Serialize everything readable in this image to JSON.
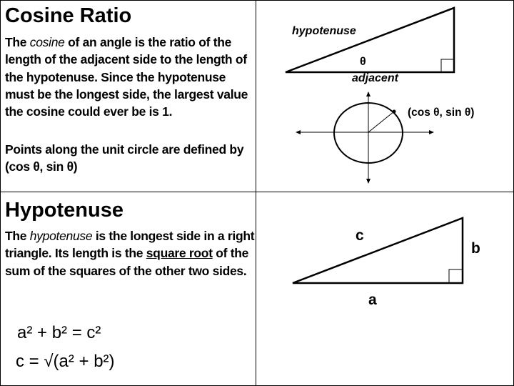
{
  "panels": {
    "cosine": {
      "title": "Cosine Ratio",
      "para1_pre": "The ",
      "para1_em": "cosine",
      "para1_post": " of an angle is the ratio of the length of the adjacent side to the length of the hypotenuse. Since the hypotenuse must be the longest side, the largest value the cosine could ever be is 1.",
      "para2": "Points along the unit circle are defined by (cos θ, sin θ)"
    },
    "cosine_diagram": {
      "hypotenuse_label": "hypotenuse",
      "theta_label": "θ",
      "adjacent_label": "adjacent",
      "point_label": "(cos θ, sin θ)"
    },
    "hypotenuse": {
      "title": "Hypotenuse",
      "para_pre": "The ",
      "para_em": "hypotenuse",
      "para_mid": " is the longest side in a right triangle. Its length is the ",
      "para_u": "square root",
      "para_post": " of the sum of the squares of the other two sides.",
      "eq1": "a² + b² = c²",
      "eq2": "c = √(a² + b²)"
    },
    "hypotenuse_diagram": {
      "c_label": "c",
      "b_label": "b",
      "a_label": "a"
    }
  }
}
